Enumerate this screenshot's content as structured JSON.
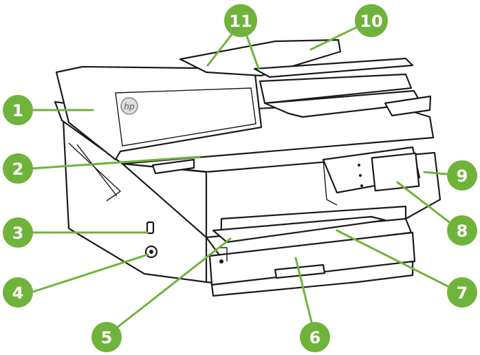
{
  "diagram": {
    "brand_mark": "hp",
    "accent_color": "#6fb33a",
    "callouts": [
      {
        "id": "c1",
        "label": "1"
      },
      {
        "id": "c2",
        "label": "2"
      },
      {
        "id": "c3",
        "label": "3"
      },
      {
        "id": "c4",
        "label": "4"
      },
      {
        "id": "c5",
        "label": "5"
      },
      {
        "id": "c6",
        "label": "6"
      },
      {
        "id": "c7",
        "label": "7"
      },
      {
        "id": "c8",
        "label": "8"
      },
      {
        "id": "c9",
        "label": "9"
      },
      {
        "id": "c10",
        "label": "10"
      },
      {
        "id": "c11",
        "label": "11"
      }
    ]
  }
}
